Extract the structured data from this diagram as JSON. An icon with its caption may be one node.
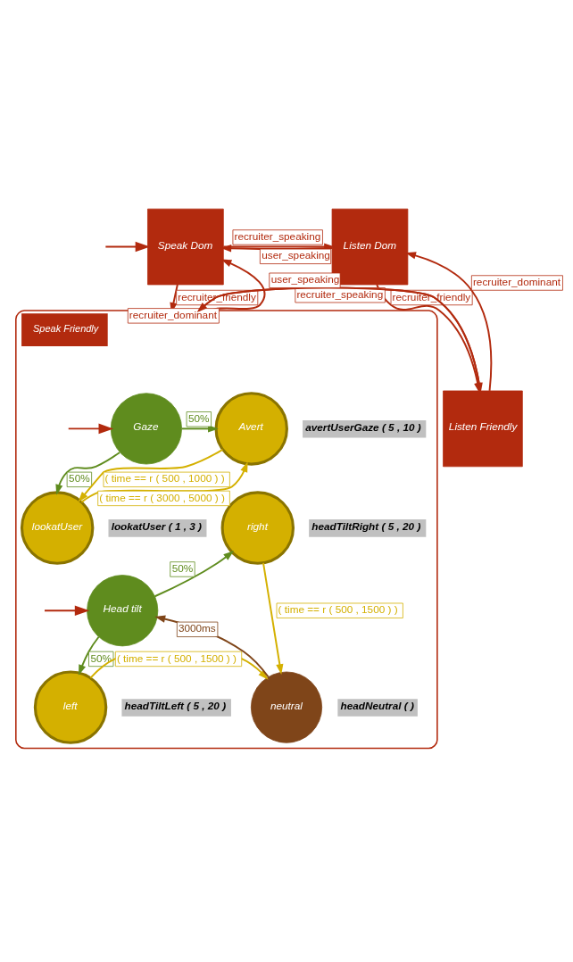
{
  "diagram": {
    "nodes": [
      {
        "text": [
          "Speak Dom"
        ]
      },
      {
        "text": [
          "Listen Dom"
        ]
      },
      {
        "text": [
          "Speak Friendly"
        ]
      },
      {
        "text": [
          "Listen Friendly"
        ]
      },
      {
        "text": [
          "Gaze"
        ],
        "in": 2
      },
      {
        "text": [
          "Avert"
        ],
        "in": 2,
        "beside": [
          "avertUserGaze ( 5 , 10 )"
        ]
      },
      {
        "text": [
          "lookatUser"
        ],
        "in": 2,
        "beside": [
          "lookatUser ( 1 , 3 )"
        ]
      },
      {
        "text": [
          "right"
        ],
        "in": 2,
        "beside": [
          "headTiltRight ( 5 , 20 )"
        ]
      },
      {
        "text": [
          "Head tilt"
        ],
        "in": 2
      },
      {
        "text": [
          "left"
        ],
        "in": 2,
        "beside": [
          "headTiltLeft ( 5 , 20 )"
        ]
      },
      {
        "text": [
          "neutral"
        ],
        "in": 2,
        "beside": [
          "headNeutral ( )"
        ]
      }
    ],
    "edges": [
      {
        "from": null,
        "to": 0,
        "arrow": "to"
      },
      {
        "from": 0,
        "to": 1,
        "arrow": "to",
        "label": "recruiter_speaking"
      },
      {
        "from": 1,
        "to": 0,
        "arrow": "to",
        "label": "user_speaking"
      },
      {
        "from": 0,
        "to": 2,
        "arrow": "to",
        "label": "recruiter_friendly"
      },
      {
        "from": 2,
        "to": 0,
        "arrow": "to",
        "label": "recruiter_dominant"
      },
      {
        "from": 1,
        "to": 3,
        "arrow": "to",
        "label": "recruiter_friendly"
      },
      {
        "from": 3,
        "to": 1,
        "arrow": "to",
        "label": "recruiter_dominant"
      },
      {
        "from": 2,
        "to": 3,
        "arrow": "to",
        "label": "recruiter_speaking"
      },
      {
        "from": 3,
        "to": 2,
        "arrow": "to",
        "label": "user_speaking"
      },
      {
        "from": null,
        "to": 4,
        "arrow": "to"
      },
      {
        "from": 4,
        "to": 5,
        "arrow": "to",
        "label": "50%",
        "color": "#5f8c1e"
      },
      {
        "from": 4,
        "to": 6,
        "arrow": "to",
        "label": "50%",
        "color": "#5f8c1e"
      },
      {
        "from": 6,
        "to": 5,
        "arrow": "to",
        "label": "( time == r ( 3000 , 5000 ) )",
        "color": "#d4b000"
      },
      {
        "from": 5,
        "to": 6,
        "arrow": "to",
        "label": "( time == r ( 500 , 1000 ) )",
        "color": "#d4b000"
      },
      {
        "from": 8,
        "to": 7,
        "arrow": "to",
        "label": "50%",
        "color": "#5f8c1e"
      },
      {
        "from": 7,
        "to": 10,
        "arrow": "to",
        "label": "( time == r ( 500 , 1500 ) )",
        "color": "#d4b000"
      },
      {
        "from": null,
        "to": 8,
        "arrow": "to"
      },
      {
        "from": 8,
        "to": 9,
        "arrow": "to",
        "label": "50%",
        "color": "#5f8c1e"
      },
      {
        "from": 9,
        "to": 10,
        "arrow": "to",
        "label": "( time == r ( 500 , 1500 ) )",
        "color": "#d4b000"
      },
      {
        "from": 10,
        "to": 8,
        "arrow": "to",
        "label": "3000ms",
        "color": "#7f4519"
      }
    ]
  }
}
